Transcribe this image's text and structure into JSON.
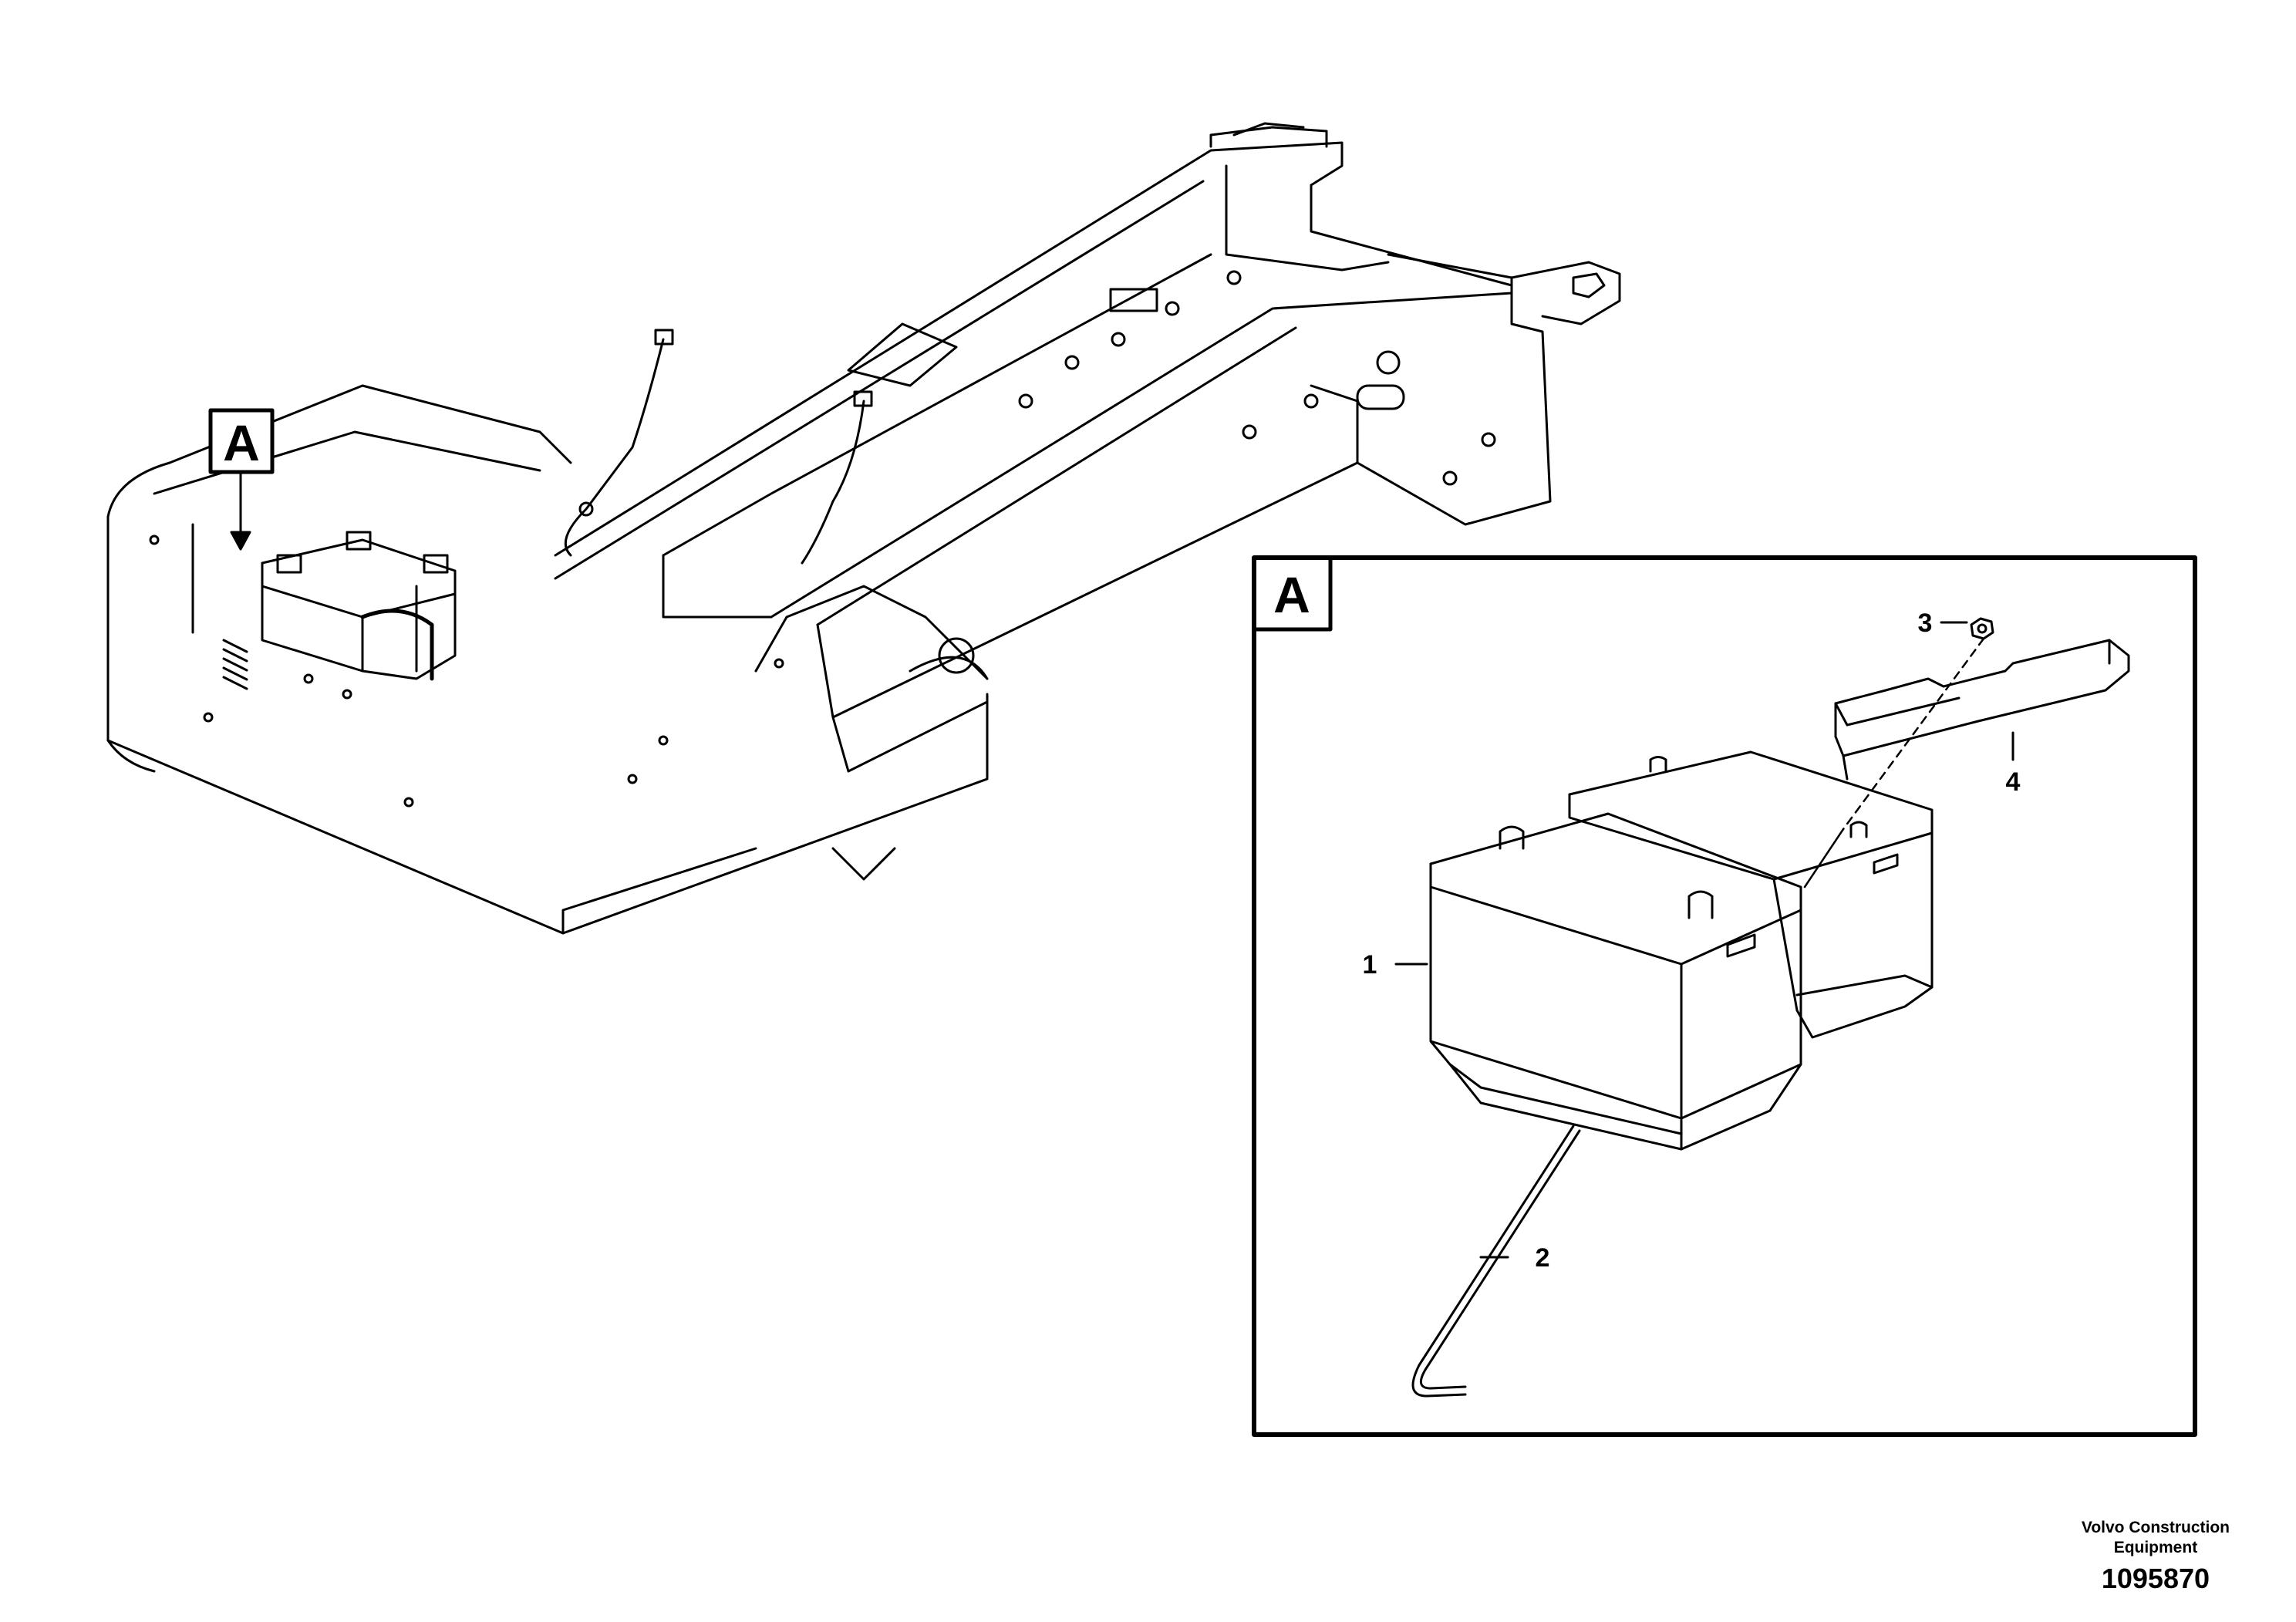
{
  "detail_tag": "A",
  "detail_box": {
    "tag": "A"
  },
  "callouts": [
    {
      "id": "1",
      "text": "1"
    },
    {
      "id": "2",
      "text": "2"
    },
    {
      "id": "3",
      "text": "3"
    },
    {
      "id": "4",
      "text": "4"
    }
  ],
  "footer": {
    "company_line1": "Volvo Construction",
    "company_line2": "Equipment",
    "drawing_number": "1095870"
  }
}
